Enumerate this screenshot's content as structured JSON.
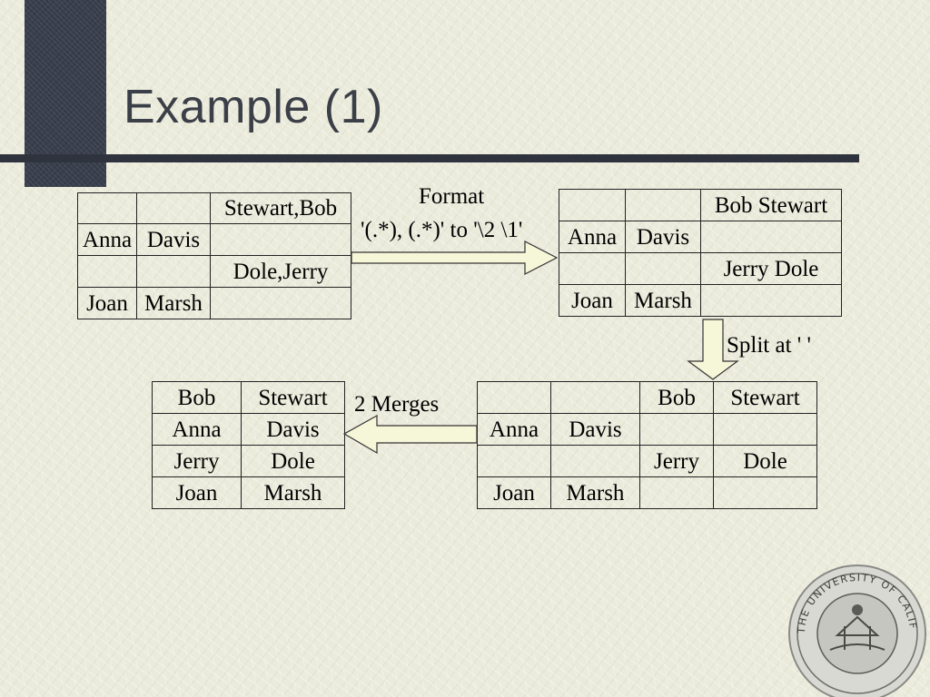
{
  "title": "Example (1)",
  "table1": {
    "rows": [
      [
        "",
        "",
        "Stewart,Bob"
      ],
      [
        "Anna",
        "Davis",
        ""
      ],
      [
        "",
        "",
        "Dole,Jerry"
      ],
      [
        "Joan",
        "Marsh",
        ""
      ]
    ]
  },
  "table2": {
    "rows": [
      [
        "",
        "",
        "Bob Stewart"
      ],
      [
        "Anna",
        "Davis",
        ""
      ],
      [
        "",
        "",
        "Jerry Dole"
      ],
      [
        "Joan",
        "Marsh",
        ""
      ]
    ]
  },
  "table3": {
    "rows": [
      [
        "",
        "",
        "Bob",
        "Stewart"
      ],
      [
        "Anna",
        "Davis",
        "",
        ""
      ],
      [
        "",
        "",
        "Jerry",
        "Dole"
      ],
      [
        "Joan",
        "Marsh",
        "",
        ""
      ]
    ]
  },
  "table4": {
    "rows": [
      [
        "Bob",
        "Stewart"
      ],
      [
        "Anna",
        "Davis"
      ],
      [
        "Jerry",
        "Dole"
      ],
      [
        "Joan",
        "Marsh"
      ]
    ]
  },
  "operations": {
    "format_label": "Format",
    "format_expr": "'(.*), (.*)' to '\\2 \\1'",
    "split_label": "Split at ' '",
    "merge_label": "2 Merges"
  },
  "seal_text": "THE UNIVERSITY OF CALIFORNIA"
}
